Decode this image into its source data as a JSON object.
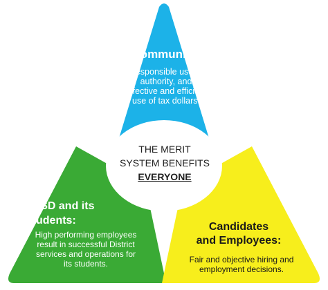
{
  "community": {
    "title": "Community:",
    "line1": "Responsible use of",
    "line2": "authority, and",
    "line3": "effective and efficient",
    "line4": "use of tax dollars."
  },
  "center": {
    "line1": "THE MERIT",
    "line2": "SYSTEM BENEFITS",
    "line3": "EVERYONE"
  },
  "eusd": {
    "title1": "EUSD and its",
    "title2": "Students:",
    "line1": "High performing employees",
    "line2": "result in successful District",
    "line3": "services and operations for",
    "line4": "its students."
  },
  "candidates": {
    "title1": "Candidates",
    "title2": "and Employees:",
    "line1": "Fair and objective hiring and",
    "line2": "employment decisions."
  },
  "colors": {
    "community": "#1cb2e8",
    "eusd": "#3aaa35",
    "candidates": "#f7ee1c",
    "center": "#ffffff"
  }
}
